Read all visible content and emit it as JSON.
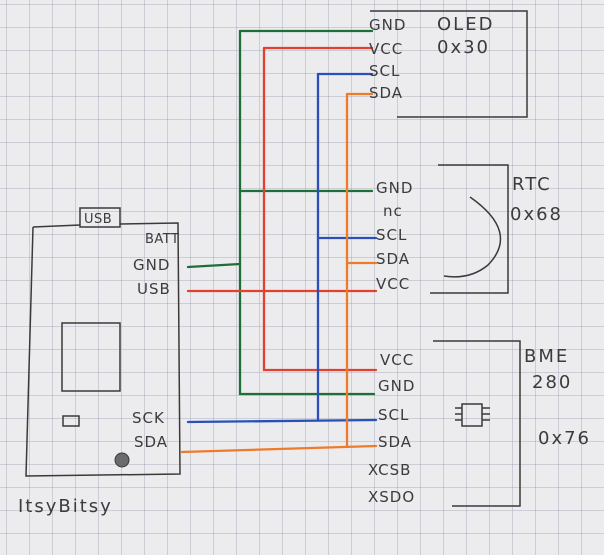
{
  "colors": {
    "gnd": "#1f6e3a",
    "vcc": "#e2412f",
    "scl": "#2a4fb8",
    "sda": "#ef7a2a",
    "ink": "#3a3a3a"
  },
  "oled": {
    "name": "OLED",
    "address": "0x30",
    "pins": [
      "GND",
      "VCC",
      "SCL",
      "SDA"
    ]
  },
  "rtc": {
    "name": "RTC",
    "address": "0x68",
    "pins": [
      "GND",
      "nc",
      "SCL",
      "SDA",
      "VCC"
    ]
  },
  "bme": {
    "name": "BME",
    "model": "280",
    "address": "0x76",
    "pins": [
      "VCC",
      "GND",
      "SCL",
      "SDA",
      "XCSB",
      "XSDO"
    ]
  },
  "board": {
    "name": "ItsyBitsy",
    "usb_label": "USB",
    "pins": [
      "BATT",
      "GND",
      "USB",
      "SCK",
      "SDA"
    ]
  }
}
